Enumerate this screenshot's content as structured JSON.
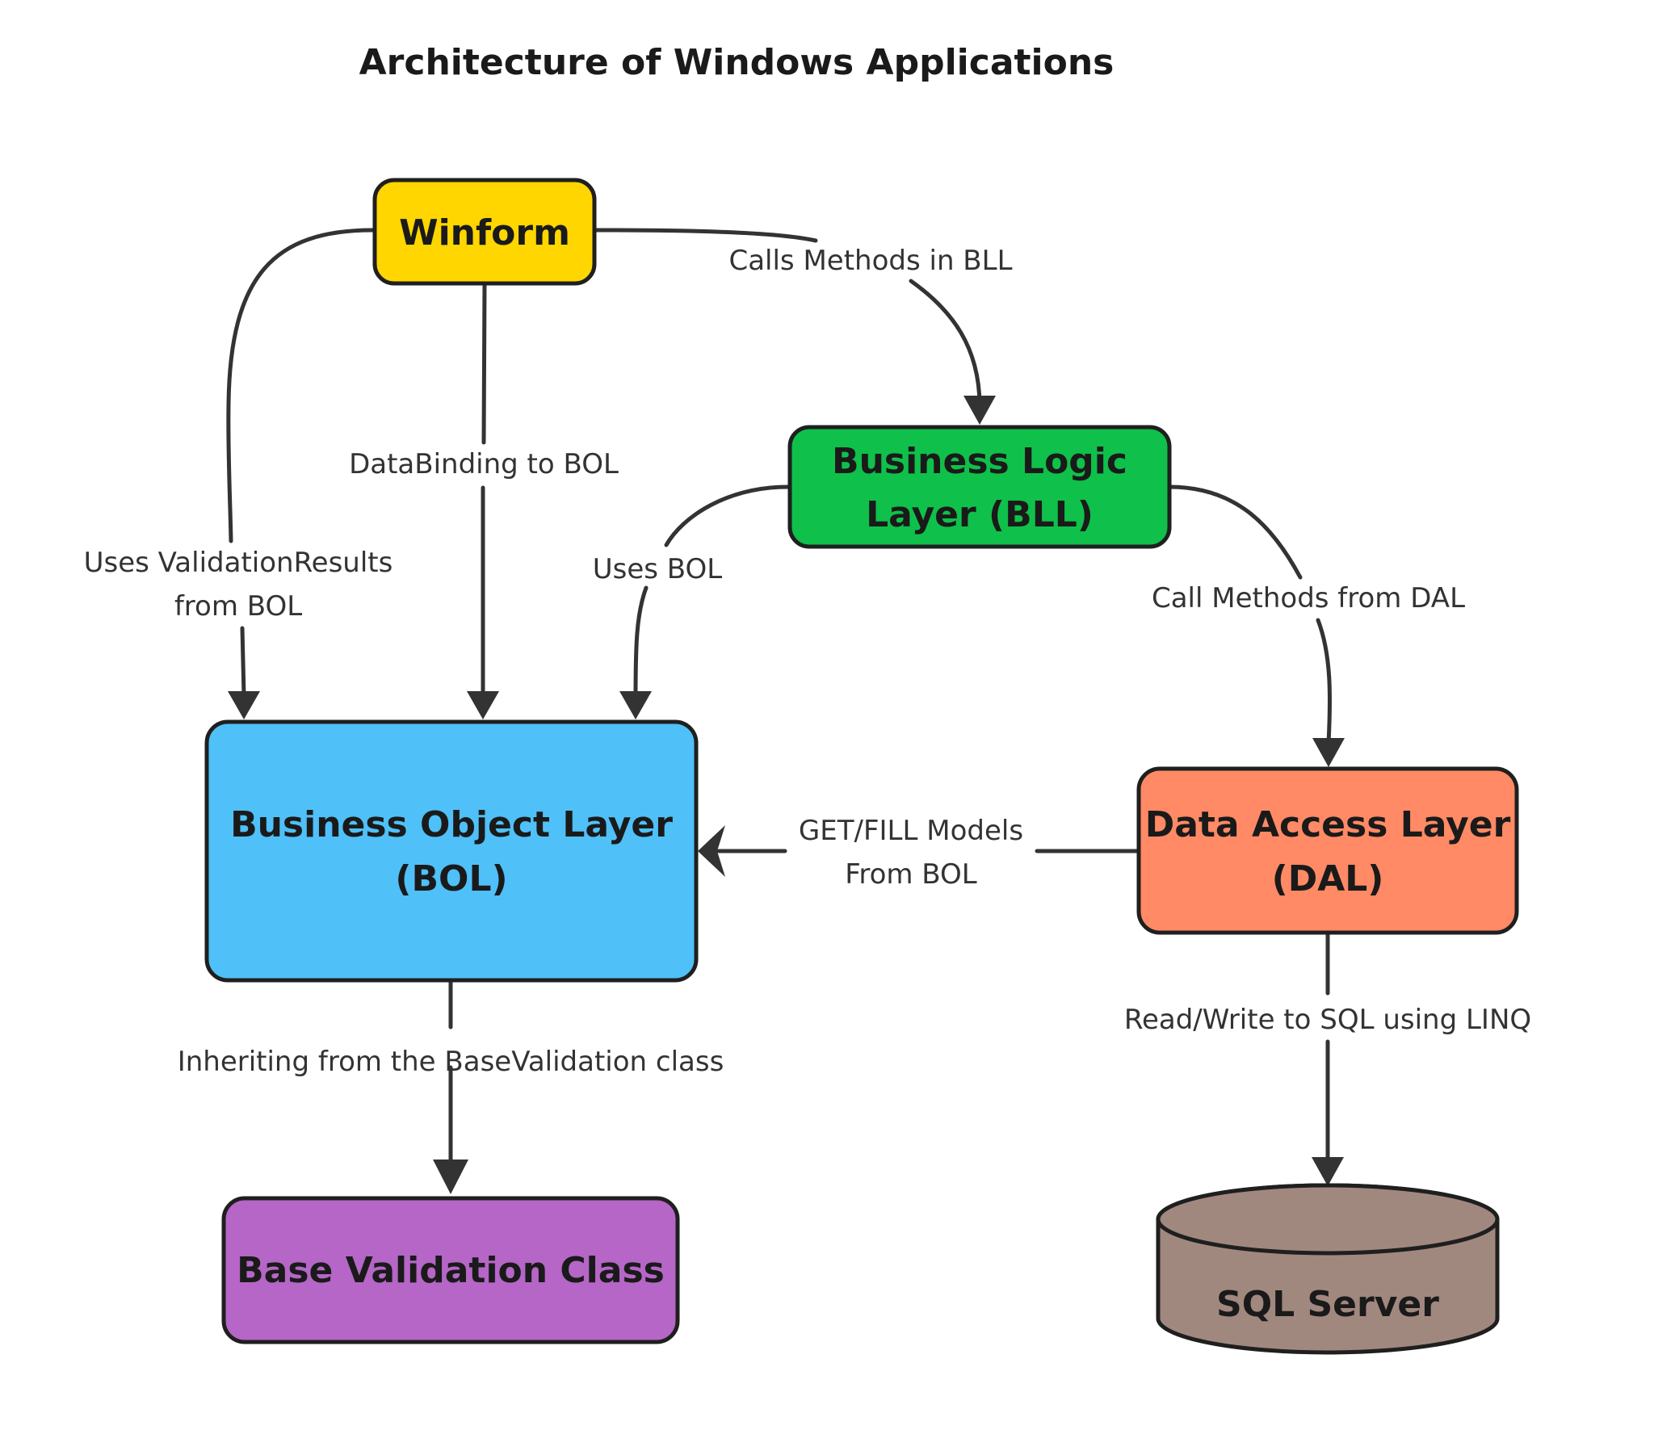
{
  "title": "Architecture of Windows Applications",
  "colors": {
    "winform": "#FFD600",
    "bll": "#0FC04A",
    "bol": "#4FC0F8",
    "dal": "#FF8A65",
    "base_validation": "#B566C6",
    "sql_server": "#A1887F",
    "edge": "#333333",
    "border": "#1f1f1f"
  },
  "nodes": {
    "winform": {
      "lines": [
        "Winform"
      ]
    },
    "bll": {
      "lines": [
        "Business Logic",
        "Layer (BLL)"
      ]
    },
    "bol": {
      "lines": [
        "Business Object Layer",
        "(BOL)"
      ]
    },
    "dal": {
      "lines": [
        "Data Access Layer",
        "(DAL)"
      ]
    },
    "base_validation": {
      "lines": [
        "Base Validation Class"
      ]
    },
    "sql_server": {
      "lines": [
        "SQL Server"
      ],
      "shape": "cylinder"
    }
  },
  "edges": [
    {
      "id": "winform-to-bll",
      "from": "Winform",
      "to": "Business Logic Layer (BLL)",
      "label": [
        "Calls Methods in BLL"
      ]
    },
    {
      "id": "winform-to-bol-databinding",
      "from": "Winform",
      "to": "Business Object Layer (BOL)",
      "label": [
        "DataBinding to BOL"
      ]
    },
    {
      "id": "winform-to-bol-validation",
      "from": "Winform",
      "to": "Business Object Layer (BOL)",
      "label": [
        "Uses ValidationResults",
        "from BOL"
      ]
    },
    {
      "id": "bll-to-bol",
      "from": "Business Logic Layer (BLL)",
      "to": "Business Object Layer (BOL)",
      "label": [
        "Uses BOL"
      ]
    },
    {
      "id": "bll-to-dal",
      "from": "Business Logic Layer (BLL)",
      "to": "Data Access Layer (DAL)",
      "label": [
        "Call Methods from DAL"
      ]
    },
    {
      "id": "dal-to-bol",
      "from": "Data Access Layer (DAL)",
      "to": "Business Object Layer (BOL)",
      "label": [
        "GET/FILL Models",
        "From BOL"
      ]
    },
    {
      "id": "bol-to-base-validation",
      "from": "Business Object Layer (BOL)",
      "to": "Base Validation Class",
      "label": [
        "Inheriting from the BaseValidation class"
      ]
    },
    {
      "id": "dal-to-sql",
      "from": "Data Access Layer (DAL)",
      "to": "SQL Server",
      "label": [
        "Read/Write to SQL using LINQ"
      ]
    }
  ]
}
